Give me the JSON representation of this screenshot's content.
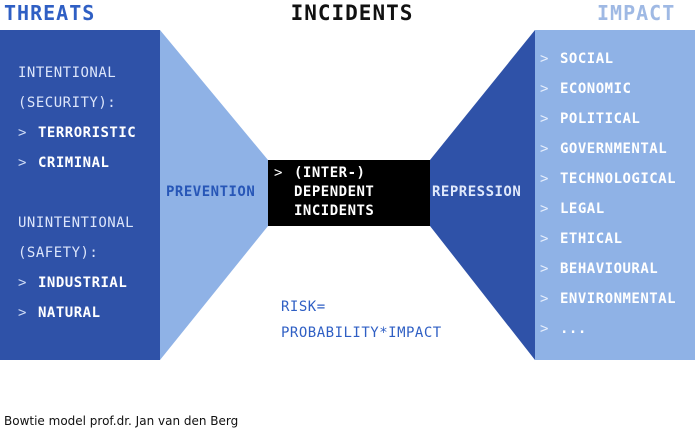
{
  "headers": {
    "threats": "THREATS",
    "incidents": "INCIDENTS",
    "impact": "IMPACT"
  },
  "threats": {
    "intentional_line1": "INTENTIONAL",
    "intentional_line2": "(SECURITY):",
    "intentional_items": [
      "TERRORISTIC",
      "CRIMINAL"
    ],
    "unintentional_line1": "UNINTENTIONAL",
    "unintentional_line2": "(SAFETY):",
    "unintentional_items": [
      "INDUSTRIAL",
      "NATURAL"
    ]
  },
  "barriers": {
    "prevention": "PREVENTION",
    "repression": "REPRESSION"
  },
  "incident_box": {
    "line1": "(INTER-)",
    "line2": "DEPENDENT",
    "line3": "INCIDENTS"
  },
  "impact_items": [
    "SOCIAL",
    "ECONOMIC",
    "POLITICAL",
    "GOVERNMENTAL",
    "TECHNOLOGICAL",
    "LEGAL",
    "ETHICAL",
    "BEHAVIOURAL",
    "ENVIRONMENTAL",
    "..."
  ],
  "bullet": ">",
  "risk": {
    "line1": "RISK=",
    "line2": "PROBABILITY*IMPACT"
  },
  "caption": "Bowtie model prof.dr. Jan van den Berg",
  "colors": {
    "dark_blue": "#2f52a8",
    "light_blue": "#8fb2e6",
    "box": "#000000"
  }
}
